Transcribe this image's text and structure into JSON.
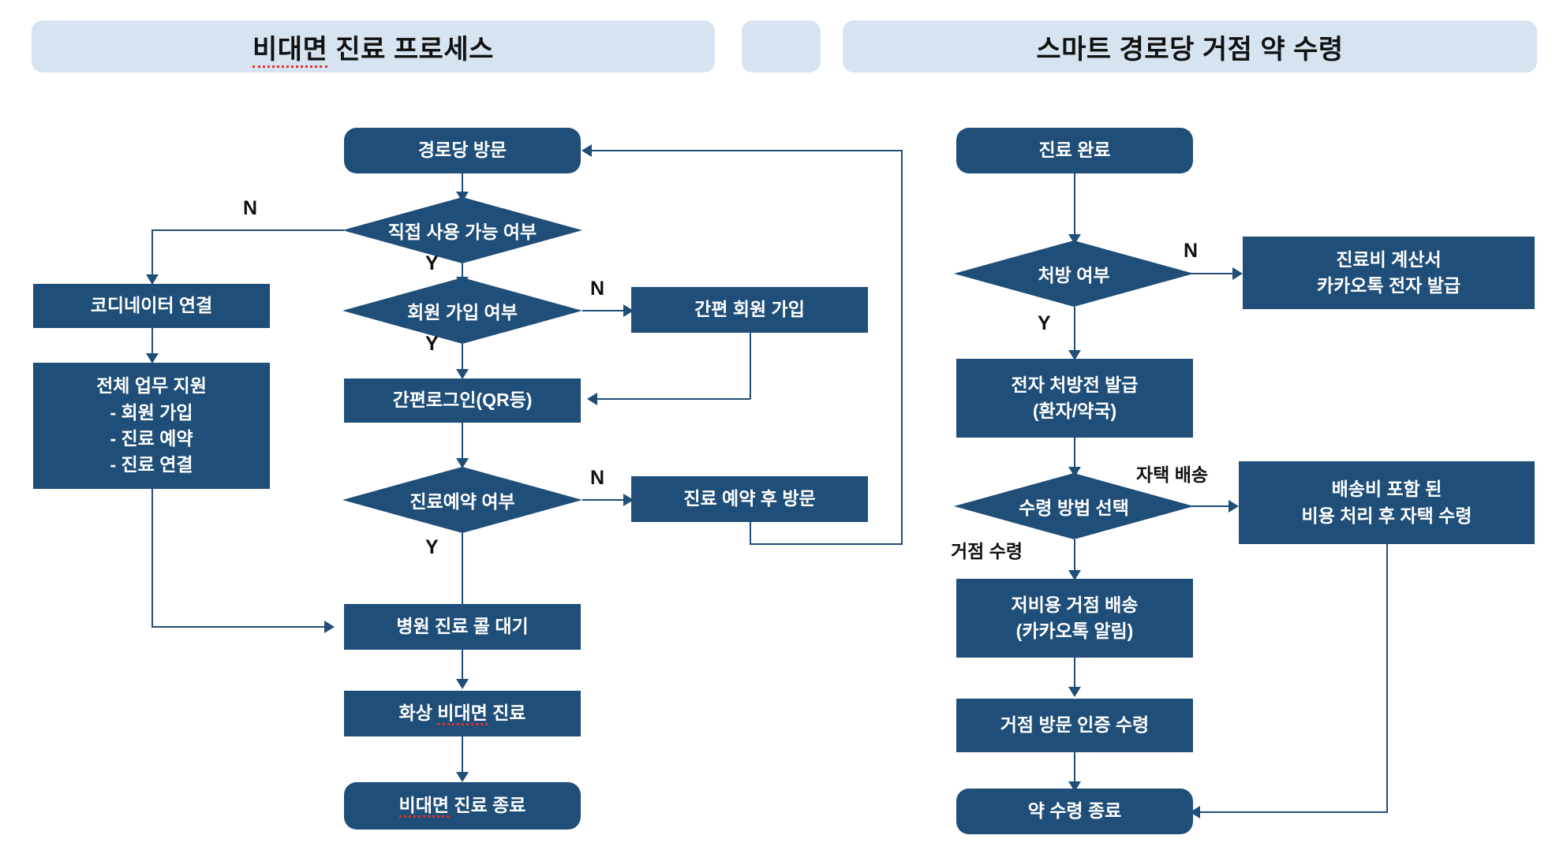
{
  "panels": {
    "left": {
      "title": "비대면 진료 프로세스",
      "title_spellcheck_part": "비대면",
      "title_rest": " 진료 프로세스"
    },
    "right": {
      "title": "스마트 경로당 거점 약 수령"
    }
  },
  "colors": {
    "node_fill": "#1f4e79",
    "node_text": "#ffffff",
    "header_fill": "#d6e3f0",
    "header_text": "#111111",
    "connector": "#1f4e79",
    "spellcheck_underline": "#e03030",
    "background": "#ffffff"
  },
  "chart_data": {
    "type": "diagram",
    "diagram_kind": "flowchart",
    "flows": [
      {
        "id": "left",
        "title": "비대면 진료 프로세스",
        "nodes": [
          {
            "id": "L1",
            "label": "경로당 방문",
            "shape": "rounded-rect"
          },
          {
            "id": "L2",
            "label": "직접 사용 가능 여부",
            "shape": "diamond"
          },
          {
            "id": "L3",
            "label": "코디네이터 연결",
            "shape": "rect"
          },
          {
            "id": "L4",
            "label": "전체 업무 지원\n - 회원 가입\n - 진료 예약\n - 진료 연결",
            "shape": "rect"
          },
          {
            "id": "L5",
            "label": "회원 가입 여부",
            "shape": "diamond"
          },
          {
            "id": "L6",
            "label": "간편 회원 가입",
            "shape": "rect"
          },
          {
            "id": "L7",
            "label": "간편로그인(QR등)",
            "shape": "rect"
          },
          {
            "id": "L8",
            "label": "진료예약 여부",
            "shape": "diamond"
          },
          {
            "id": "L9",
            "label": "진료 예약 후 방문",
            "shape": "rect"
          },
          {
            "id": "L10",
            "label": "병원 진료 콜 대기",
            "shape": "rect"
          },
          {
            "id": "L11",
            "label": "화상 비대면 진료",
            "shape": "rect"
          },
          {
            "id": "L12",
            "label": "비대면 진료 종료",
            "shape": "rounded-rect"
          }
        ],
        "edges": [
          {
            "from": "L1",
            "to": "L2",
            "label": ""
          },
          {
            "from": "L2",
            "to": "L3",
            "label": "N"
          },
          {
            "from": "L2",
            "to": "L5",
            "label": "Y"
          },
          {
            "from": "L3",
            "to": "L4",
            "label": ""
          },
          {
            "from": "L4",
            "to": "L10",
            "label": ""
          },
          {
            "from": "L5",
            "to": "L6",
            "label": "N"
          },
          {
            "from": "L5",
            "to": "L7",
            "label": "Y"
          },
          {
            "from": "L6",
            "to": "L7",
            "label": ""
          },
          {
            "from": "L7",
            "to": "L8",
            "label": ""
          },
          {
            "from": "L8",
            "to": "L9",
            "label": "N"
          },
          {
            "from": "L8",
            "to": "L10",
            "label": "Y"
          },
          {
            "from": "L9",
            "to": "L1",
            "label": ""
          },
          {
            "from": "L10",
            "to": "L11",
            "label": ""
          },
          {
            "from": "L11",
            "to": "L12",
            "label": ""
          }
        ]
      },
      {
        "id": "right",
        "title": "스마트 경로당 거점 약 수령",
        "nodes": [
          {
            "id": "R1",
            "label": "진료 완료",
            "shape": "rounded-rect"
          },
          {
            "id": "R2",
            "label": "처방 여부",
            "shape": "diamond"
          },
          {
            "id": "R3",
            "label": "진료비 계산서\n카카오톡 전자 발급",
            "shape": "rect"
          },
          {
            "id": "R4",
            "label": "전자 처방전 발급\n(환자/약국)",
            "shape": "rect"
          },
          {
            "id": "R5",
            "label": "수령 방법 선택",
            "shape": "diamond"
          },
          {
            "id": "R6",
            "label": "배송비 포함 된\n비용 처리 후 자택 수령",
            "shape": "rect"
          },
          {
            "id": "R7",
            "label": "저비용 거점 배송\n(카카오톡 알림)",
            "shape": "rect"
          },
          {
            "id": "R8",
            "label": "거점 방문 인증 수령",
            "shape": "rect"
          },
          {
            "id": "R9",
            "label": "약 수령 종료",
            "shape": "rounded-rect"
          }
        ],
        "edges": [
          {
            "from": "R1",
            "to": "R2",
            "label": ""
          },
          {
            "from": "R2",
            "to": "R3",
            "label": "N"
          },
          {
            "from": "R2",
            "to": "R4",
            "label": "Y"
          },
          {
            "from": "R4",
            "to": "R5",
            "label": ""
          },
          {
            "from": "R5",
            "to": "R6",
            "label": "자택 배송"
          },
          {
            "from": "R5",
            "to": "R7",
            "label": "거점 수령"
          },
          {
            "from": "R6",
            "to": "R9",
            "label": ""
          },
          {
            "from": "R7",
            "to": "R8",
            "label": ""
          },
          {
            "from": "R8",
            "to": "R9",
            "label": ""
          }
        ]
      }
    ]
  },
  "left_nodes": {
    "visit": "경로당 방문",
    "self_use_q": "직접 사용 가능 여부",
    "coordinator": "코디네이터 연결",
    "support_l1": "전체 업무 지원",
    "support_l2": "- 회원 가입",
    "support_l3": "- 진료 예약",
    "support_l4": "- 진료 연결",
    "member_q": "회원 가입 여부",
    "easy_signup": "간편 회원 가입",
    "easy_login": "간편로그인(QR등)",
    "reserve_q": "진료예약 여부",
    "reserve_then": "진료 예약 후 방문",
    "call_wait": "병원 진료 콜 대기",
    "video_pre": "화상 ",
    "video_spell": "비대면",
    "video_post": " 진료",
    "end_spell": "비대면",
    "end_post": " 진료 종료"
  },
  "right_nodes": {
    "done": "진료 완료",
    "presc_q": "처방 여부",
    "bill_l1": "진료비 계산서",
    "bill_l2": "카카오톡 전자 발급",
    "eprsc_l1": "전자 처방전 발급",
    "eprsc_l2": "(환자/약국)",
    "method_q": "수령 방법 선택",
    "home_l1": "배송비 포함 된",
    "home_l2": "비용 처리 후 자택 수령",
    "hub_l1": "저비용 거점 배송",
    "hub_l2": "(카카오톡 알림)",
    "hub_visit": "거점 방문 인증 수령",
    "end": "약 수령 종료"
  },
  "edge_labels": {
    "n1": "N",
    "y1": "Y",
    "n2": "N",
    "y2": "Y",
    "n3": "N",
    "y3": "Y",
    "rn1": "N",
    "ry1": "Y",
    "home_delivery": "자택 배송",
    "hub_pickup": "거점 수령"
  }
}
